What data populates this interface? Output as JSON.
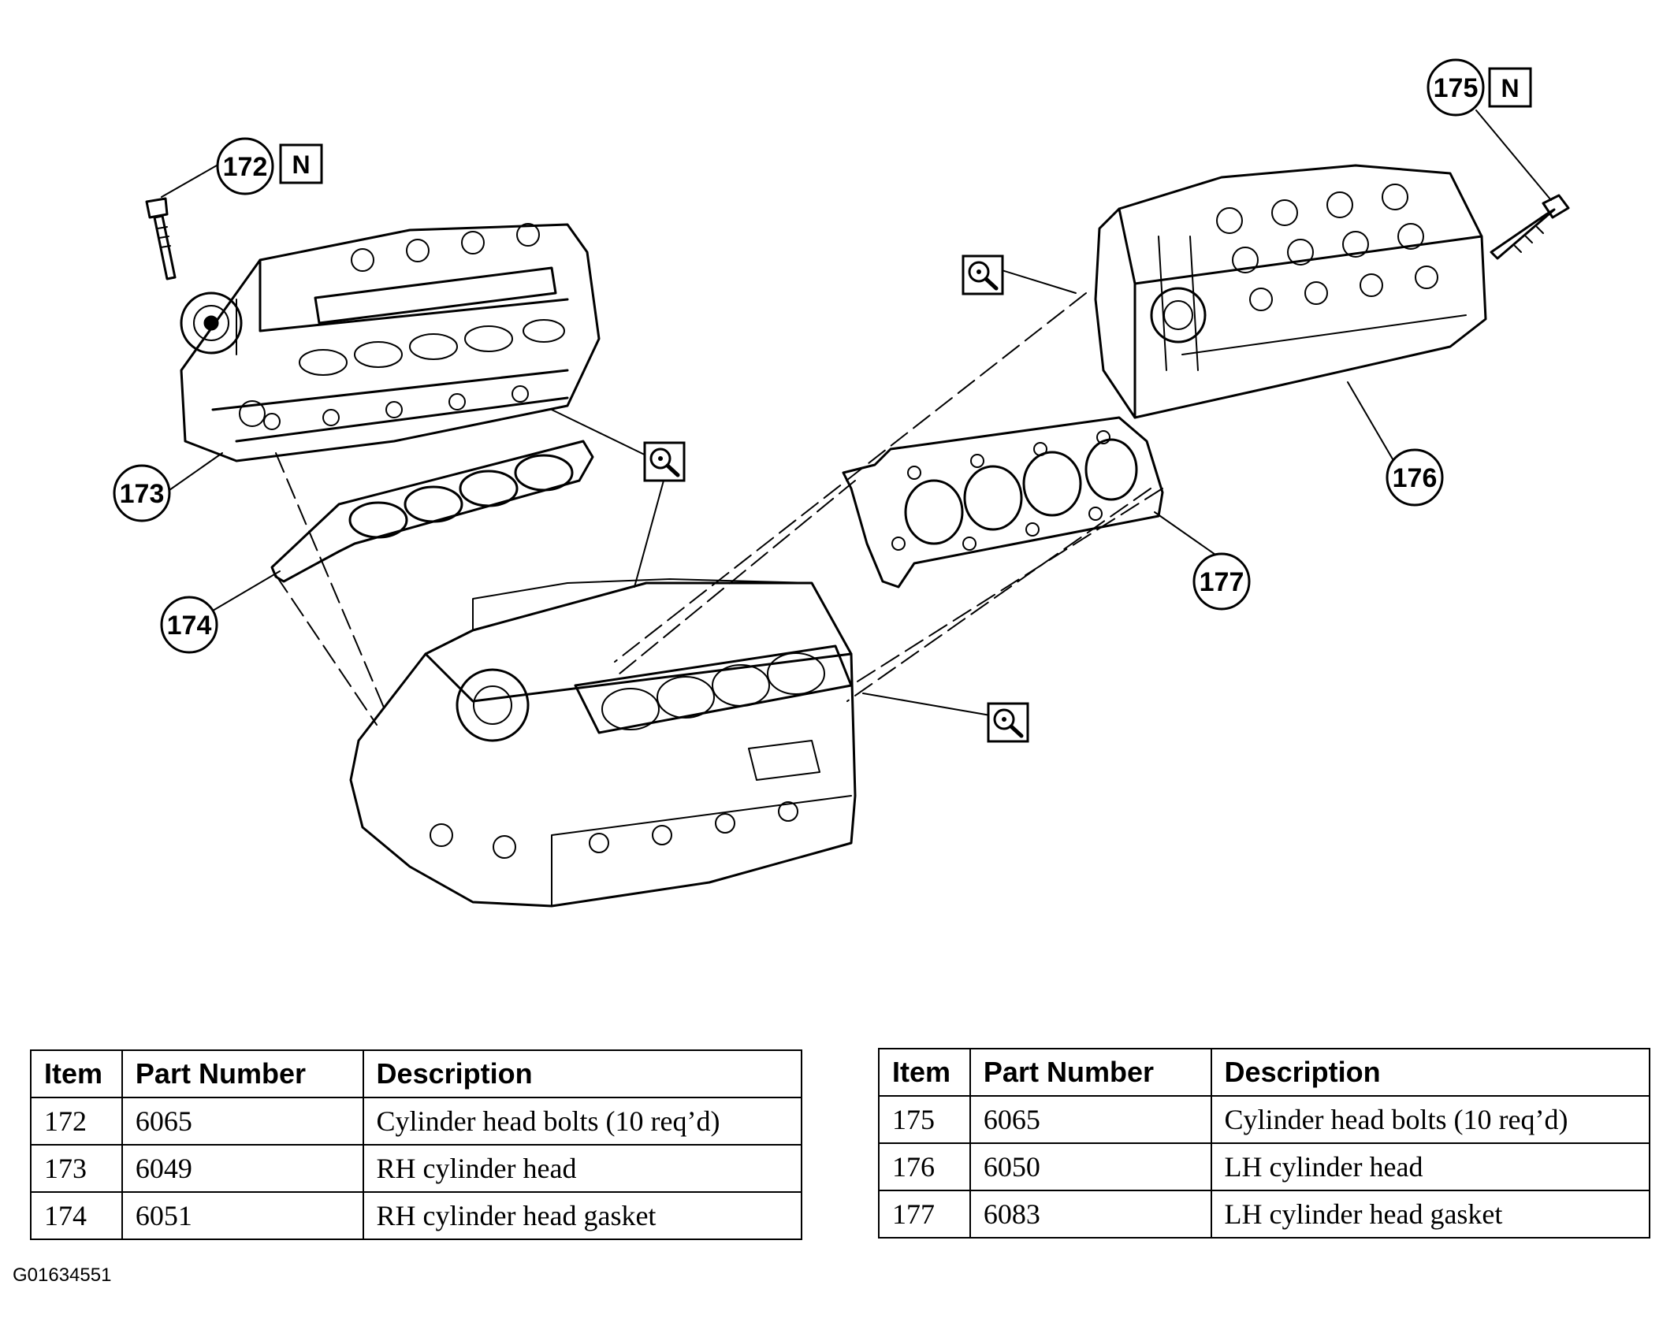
{
  "callouts": {
    "c172": "172",
    "c173": "173",
    "c174": "174",
    "c175": "175",
    "c176": "176",
    "c177": "177",
    "new_part_mark": "N"
  },
  "icons": {
    "inspect": "magnifier-inspect-icon"
  },
  "tables": {
    "headers": [
      "Item",
      "Part Number",
      "Description"
    ],
    "left": [
      {
        "item": "172",
        "part": "6065",
        "desc": "Cylinder head bolts (10 req’d)"
      },
      {
        "item": "173",
        "part": "6049",
        "desc": "RH cylinder head"
      },
      {
        "item": "174",
        "part": "6051",
        "desc": "RH cylinder head gasket"
      }
    ],
    "right": [
      {
        "item": "175",
        "part": "6065",
        "desc": "Cylinder head bolts (10 req’d)"
      },
      {
        "item": "176",
        "part": "6050",
        "desc": "LH cylinder head"
      },
      {
        "item": "177",
        "part": "6083",
        "desc": "LH cylinder head gasket"
      }
    ]
  },
  "figure_id": "G01634551"
}
